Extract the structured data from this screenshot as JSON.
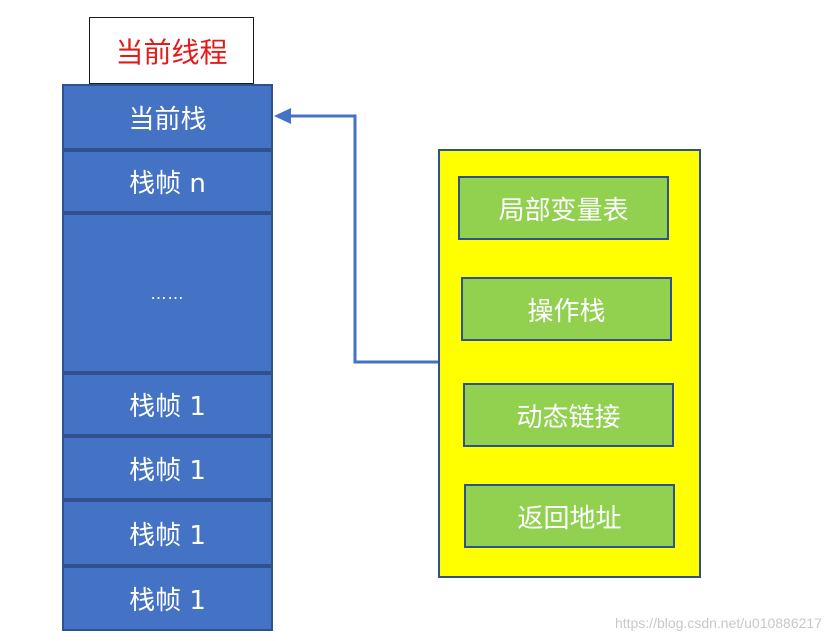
{
  "thread": {
    "title": "当前线程"
  },
  "stack": {
    "cells": [
      "当前栈",
      "栈帧 n",
      "……",
      "栈帧 1",
      "栈帧 1",
      "栈帧 1",
      "栈帧 1"
    ]
  },
  "frame": {
    "items": [
      "局部变量表",
      "操作栈",
      "动态链接",
      "返回地址"
    ]
  },
  "watermark": "https://blog.csdn.net/u010886217",
  "colors": {
    "title_text": "#e31b1b",
    "stack_fill": "#4472c4",
    "stack_border": "#2f528f",
    "panel_fill": "#ffff00",
    "item_fill": "#92d050",
    "arrow": "#4472c4"
  }
}
